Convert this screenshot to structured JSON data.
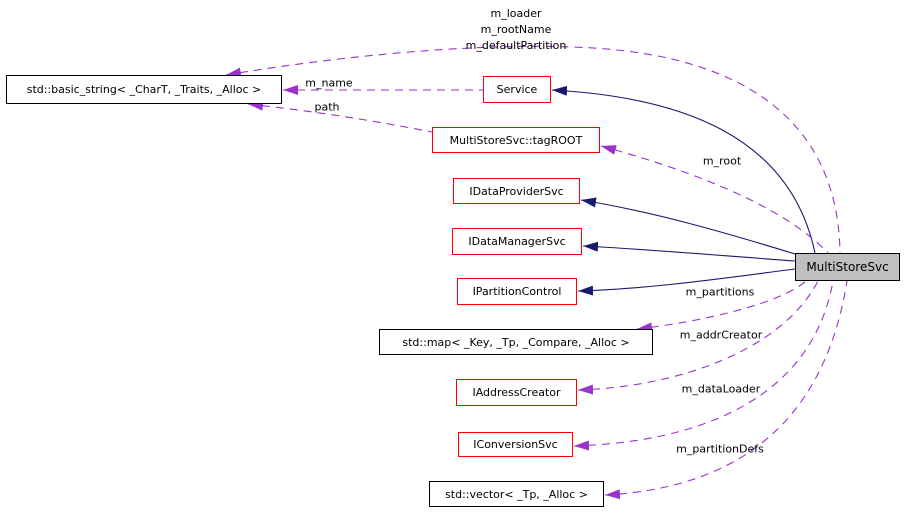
{
  "diagram": {
    "title": "MultiStoreSvc collaboration graph",
    "colors": {
      "inheritance_edge": "#191970",
      "usage_edge": "#9a32cd",
      "documented_node_border": "#ff0000",
      "plain_node_border": "#000000",
      "main_node_fill": "#bfbfbf",
      "background": "#ffffff"
    },
    "nodes": [
      {
        "id": "std-basic-string",
        "label": "std::basic_string< _CharT, _Traits, _Alloc >",
        "kind": "plain"
      },
      {
        "id": "service",
        "label": "Service",
        "kind": "documented"
      },
      {
        "id": "multistoresvc-tagroot",
        "label": "MultiStoreSvc::tagROOT",
        "kind": "documented"
      },
      {
        "id": "idataprovidersvc",
        "label": "IDataProviderSvc",
        "kind": "documented"
      },
      {
        "id": "idatamanagersvc",
        "label": "IDataManagerSvc",
        "kind": "documented"
      },
      {
        "id": "ipartitioncontrol",
        "label": "IPartitionControl",
        "kind": "documented"
      },
      {
        "id": "std-map",
        "label": "std::map< _Key, _Tp, _Compare, _Alloc >",
        "kind": "plain"
      },
      {
        "id": "iaddresscreator",
        "label": "IAddressCreator",
        "kind": "documented"
      },
      {
        "id": "iconversionsvc",
        "label": "IConversionSvc",
        "kind": "documented"
      },
      {
        "id": "std-vector",
        "label": "std::vector< _Tp, _Alloc >",
        "kind": "plain"
      },
      {
        "id": "multistoresvc",
        "label": "MultiStoreSvc",
        "kind": "main"
      }
    ],
    "edges": [
      {
        "type": "inheritance",
        "from": "MultiStoreSvc",
        "to": "Service"
      },
      {
        "type": "inheritance",
        "from": "MultiStoreSvc",
        "to": "IDataProviderSvc"
      },
      {
        "type": "inheritance",
        "from": "MultiStoreSvc",
        "to": "IDataManagerSvc"
      },
      {
        "type": "inheritance",
        "from": "MultiStoreSvc",
        "to": "IPartitionControl"
      },
      {
        "type": "usage",
        "from": "MultiStoreSvc",
        "to": "std::basic_string< _CharT, _Traits, _Alloc >",
        "label_lines": [
          "m_loader",
          "m_rootName",
          "m_defaultPartition"
        ]
      },
      {
        "type": "usage",
        "from": "Service",
        "to": "std::basic_string< _CharT, _Traits, _Alloc >",
        "label": "m_name"
      },
      {
        "type": "usage",
        "from": "MultiStoreSvc::tagROOT",
        "to": "std::basic_string< _CharT, _Traits, _Alloc >",
        "label": "path"
      },
      {
        "type": "usage",
        "from": "MultiStoreSvc",
        "to": "MultiStoreSvc::tagROOT",
        "label": "m_root"
      },
      {
        "type": "usage",
        "from": "MultiStoreSvc",
        "to": "std::map< _Key, _Tp, _Compare, _Alloc >",
        "label": "m_partitions"
      },
      {
        "type": "usage",
        "from": "MultiStoreSvc",
        "to": "IAddressCreator",
        "label": "m_addrCreator"
      },
      {
        "type": "usage",
        "from": "MultiStoreSvc",
        "to": "IConversionSvc",
        "label": "m_dataLoader"
      },
      {
        "type": "usage",
        "from": "MultiStoreSvc",
        "to": "std::vector< _Tp, _Alloc >",
        "label": "m_partitionDefs"
      }
    ]
  }
}
